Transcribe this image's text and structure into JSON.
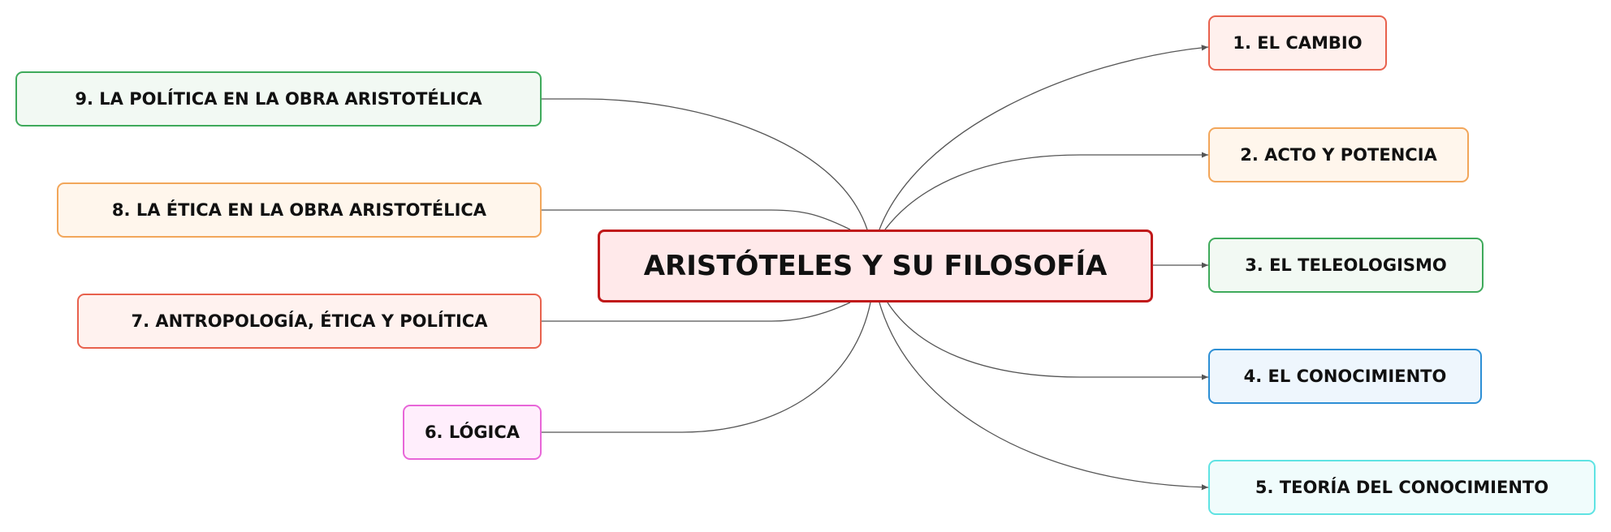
{
  "map": {
    "root": {
      "label": "ARISTÓTELES Y SU FILOSOFÍA",
      "border": "#c0191a",
      "fill": "#ffe9ea"
    },
    "branches": [
      {
        "id": "n1",
        "label": "1. EL CAMBIO",
        "border": "#e8614d",
        "fill": "#fff0ed"
      },
      {
        "id": "n2",
        "label": "2. ACTO Y POTENCIA",
        "border": "#f2a65a",
        "fill": "#fff6ec"
      },
      {
        "id": "n3",
        "label": "3. EL TELEOLOGISMO",
        "border": "#3faa5b",
        "fill": "#f2f9f3"
      },
      {
        "id": "n4",
        "label": "4. EL CONOCIMIENTO",
        "border": "#2d8fd5",
        "fill": "#eef6fd"
      },
      {
        "id": "n5",
        "label": "5. TEORÍA DEL CONOCIMIENTO",
        "border": "#5fe3e3",
        "fill": "#f0fcfc"
      },
      {
        "id": "n6",
        "label": "6. LÓGICA",
        "border": "#e866d8",
        "fill": "#ffeefc"
      },
      {
        "id": "n7",
        "label": "7. ANTROPOLOGÍA, ÉTICA Y POLÍTICA",
        "border": "#e8614d",
        "fill": "#fff2ef"
      },
      {
        "id": "n8",
        "label": "8. LA ÉTICA EN LA OBRA ARISTOTÉLICA",
        "border": "#f2a65a",
        "fill": "#fff6ec"
      },
      {
        "id": "n9",
        "label": "9. LA POLÍTICA EN LA OBRA ARISTOTÉLICA",
        "border": "#3faa5b",
        "fill": "#f2f9f3"
      }
    ],
    "connector_color": "#555555"
  }
}
